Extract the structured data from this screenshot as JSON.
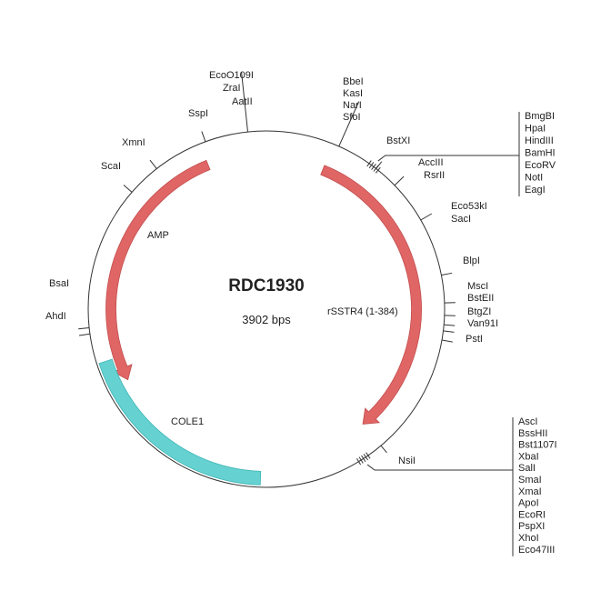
{
  "plasmid": {
    "name": "RDC1930",
    "size_label": "3902 bps",
    "backbone_color": "#333333"
  },
  "features": [
    {
      "name": "AMP",
      "color": "#e06666",
      "kind": "arrow"
    },
    {
      "name": "rSSTR4 (1-384)",
      "color": "#e06666",
      "kind": "arrow"
    },
    {
      "name": "COLE1",
      "color": "#66d1d1",
      "kind": "block"
    }
  ],
  "sites": [
    {
      "name": "EcoO109I"
    },
    {
      "name": "ZraI"
    },
    {
      "name": "AatII"
    },
    {
      "name": "SspI"
    },
    {
      "name": "XmnI"
    },
    {
      "name": "ScaI"
    },
    {
      "name": "BsaI"
    },
    {
      "name": "AhdI"
    },
    {
      "name": "BbeI"
    },
    {
      "name": "KasI"
    },
    {
      "name": "NarI"
    },
    {
      "name": "SfoI"
    },
    {
      "name": "BstXI"
    },
    {
      "name": "AccIII"
    },
    {
      "name": "RsrII"
    },
    {
      "name": "Eco53kI"
    },
    {
      "name": "SacI"
    },
    {
      "name": "BlpI"
    },
    {
      "name": "MscI"
    },
    {
      "name": "BstEII"
    },
    {
      "name": "BtgZI"
    },
    {
      "name": "Van91I"
    },
    {
      "name": "PstI"
    },
    {
      "name": "NsiI"
    }
  ],
  "clusters": [
    {
      "sites": [
        "BmgBI",
        "HpaI",
        "HindIII",
        "BamHI",
        "EcoRV",
        "NotI",
        "EagI"
      ]
    },
    {
      "sites": [
        "AscI",
        "BssHII",
        "Bst1107I",
        "XbaI",
        "SalI",
        "SmaI",
        "XmaI",
        "ApoI",
        "EcoRI",
        "PspXI",
        "XhoI",
        "Eco47III"
      ]
    }
  ]
}
